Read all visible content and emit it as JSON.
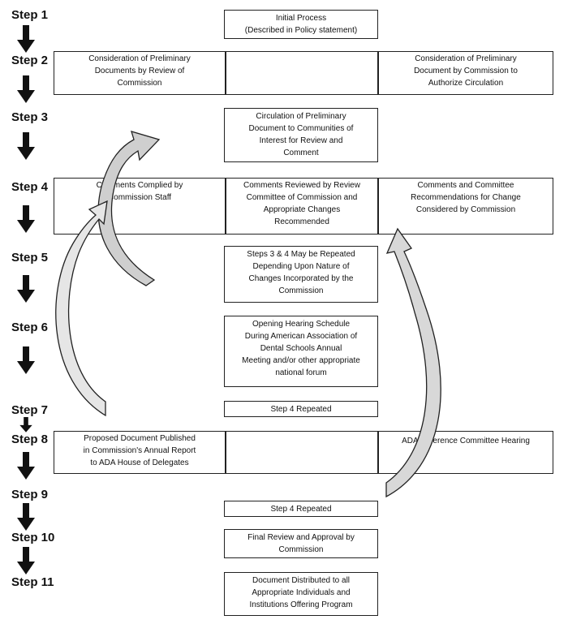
{
  "steps": [
    "Step 1",
    "Step 2",
    "Step 3",
    "Step 4",
    "Step 5",
    "Step 6",
    "Step 7",
    "Step 8",
    "Step 9",
    "Step 10",
    "Step 11"
  ],
  "boxes": {
    "initial_process": "Initial Process\n(Described in Policy statement)",
    "s2_left": "Consideration of Preliminary\nDocuments by Review of\nCommission",
    "s2_right": "Consideration of Preliminary\nDocument by Commission to\nAuthorize Circulation",
    "s3_center": "Circulation of Preliminary\nDocument to Communities of\nInterest for Review and\nComment",
    "s4_left": "Comments Complied by\nCommission Staff",
    "s4_center": "Comments Reviewed by Review\nCommittee of Commission and\nAppropriate Changes\nRecommended",
    "s4_right": "Comments and Committee\nRecommendations for Change\nConsidered by Commission",
    "s5_center": "Steps 3 & 4 May be Repeated\nDepending Upon Nature of\nChanges Incorporated by the\nCommission",
    "s6_center": "Opening Hearing Schedule\nDuring American Association of\nDental Schools Annual\nMeeting and/or other appropriate\nnational forum",
    "s7_center": "Step 4 Repeated",
    "s8_left": "Proposed Document Published\nin Commission's Annual Report\nto ADA House of Delegates",
    "s8_right": "ADA Reference Committee Hearing",
    "s9_center": "Step 4 Repeated",
    "s10_center": "Final Review and Approval by\nCommission",
    "s11_center": "Document Distributed to all\nAppropriate Individuals and\nInstitutions Offering Program"
  }
}
